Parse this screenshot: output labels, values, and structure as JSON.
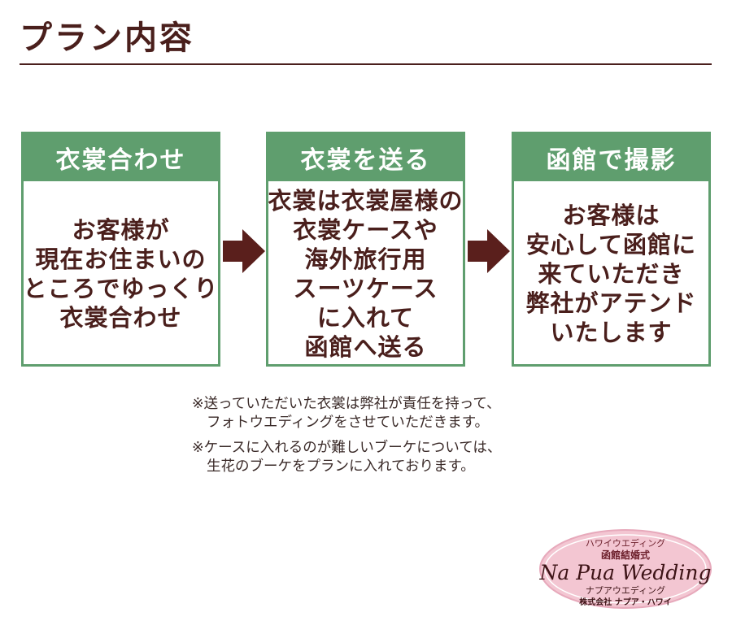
{
  "title": "プラン内容",
  "colors": {
    "accent_green": "#5f9e6e",
    "text_brown": "#4a1f1c",
    "logo_pink": "#f3c6d2"
  },
  "steps": [
    {
      "header": "衣裳合わせ",
      "lines": [
        "お客様が",
        "現在お住まいの",
        "ところでゆっくり",
        "衣裳合わせ"
      ]
    },
    {
      "header": "衣裳を送る",
      "lines": [
        "衣裳は衣裳屋様の",
        "衣裳ケースや",
        "海外旅行用",
        "スーツケース",
        "に入れて",
        "函館へ送る"
      ]
    },
    {
      "header": "函館で撮影",
      "lines": [
        "お客様は",
        "安心して函館に",
        "来ていただき",
        "弊社がアテンド",
        "いたします"
      ]
    }
  ],
  "arrows": [
    "arrow-right-icon",
    "arrow-right-icon"
  ],
  "notes": [
    [
      "※送っていただいた衣裳は弊社が責任を持って、",
      "フォトウエディングをさせていただきます。"
    ],
    [
      "※ケースに入れるのが難しいブーケについては、",
      "生花のブーケをプランに入れております。"
    ]
  ],
  "logo": {
    "line1": "ハワイウエディング",
    "line2": "函館結婚式",
    "main": "Na Pua Wedding",
    "sub1": "ナプアウエディング",
    "sub2": "株式会社 ナプア・ハワイ"
  }
}
